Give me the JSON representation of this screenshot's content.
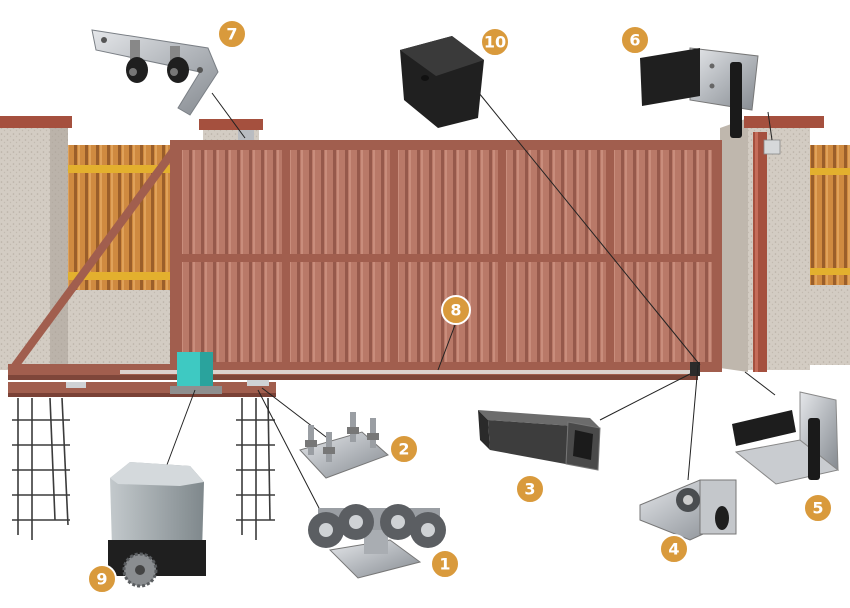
{
  "diagram": {
    "colors": {
      "badge": "#d99a3c",
      "gate_frame": "#a15e4e",
      "gate_panel": "#b77764",
      "fence_wood": "#d08a3f",
      "fence_rail": "#e3b02e",
      "pillar": "#cfc8bf",
      "pillar_cap": "#a5503e",
      "metal": "#b9bcc1",
      "rubber": "#2a2a2a",
      "motor_cover": "#9ca4a8",
      "motor_accent": "#3ec9c2"
    },
    "parts": [
      {
        "number": "1",
        "name": "roller-carriage"
      },
      {
        "number": "2",
        "name": "carriage-base-plate"
      },
      {
        "number": "3",
        "name": "guide-rail-beam"
      },
      {
        "number": "4",
        "name": "end-roller"
      },
      {
        "number": "5",
        "name": "lower-catcher"
      },
      {
        "number": "6",
        "name": "upper-catcher"
      },
      {
        "number": "7",
        "name": "upper-guide-rollers"
      },
      {
        "number": "8",
        "name": "gear-rack"
      },
      {
        "number": "9",
        "name": "gate-motor-drive"
      },
      {
        "number": "10",
        "name": "end-cap"
      }
    ]
  }
}
